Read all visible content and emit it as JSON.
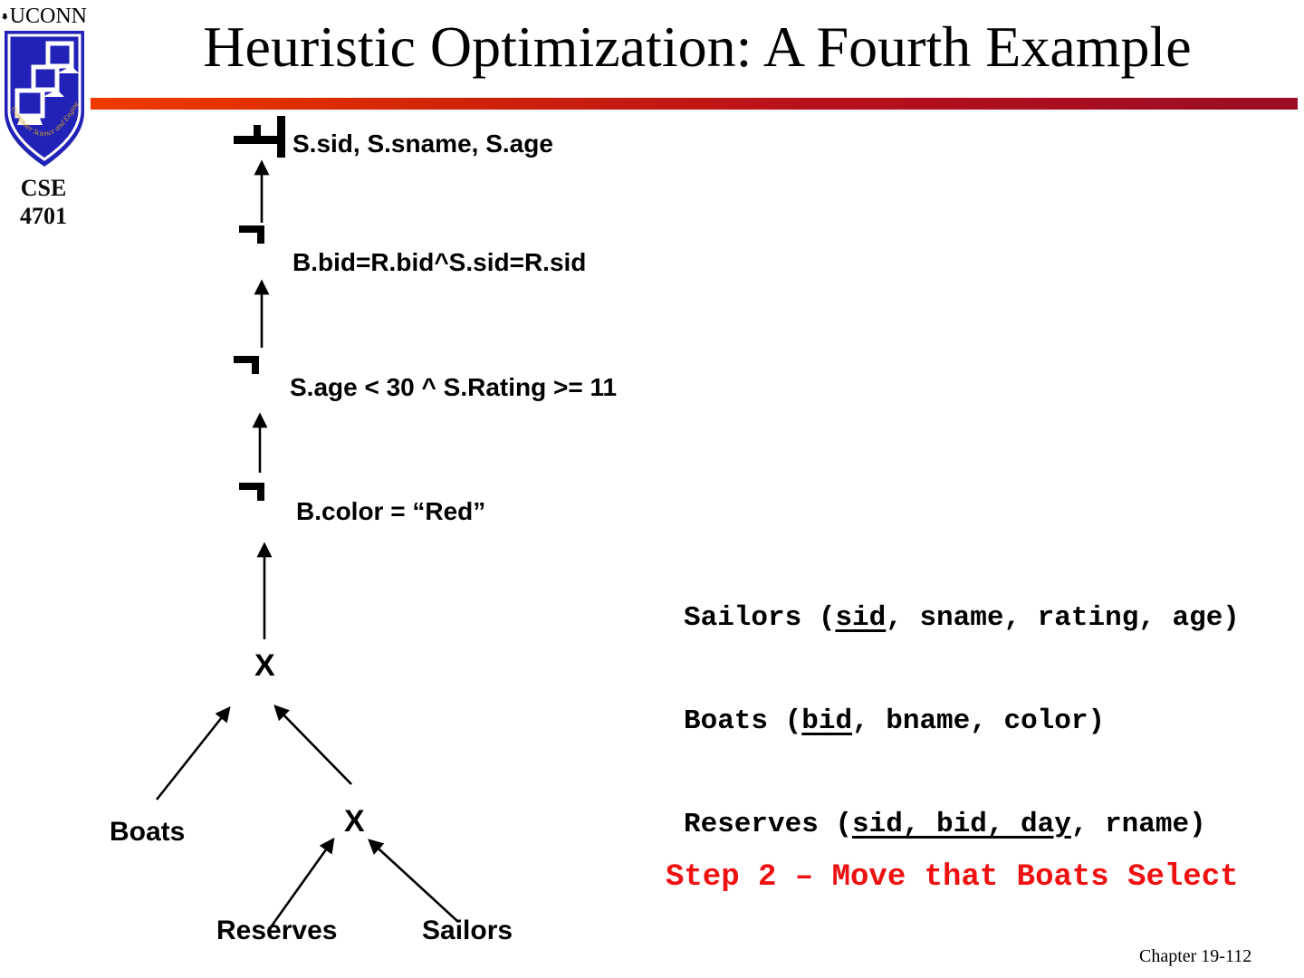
{
  "sidebar": {
    "uconn_wordmark": "UCONN",
    "shield_caption": "Computer Science and Engineering",
    "course": {
      "line1": "CSE",
      "line2": "4701"
    }
  },
  "title": "Heuristic Optimization: A Fourth Example",
  "tree": {
    "project": {
      "symbol": "┴|",
      "symbol_meaning": "pi-projection-operator",
      "label": "S.sid, S.sname, S.age"
    },
    "selects": [
      {
        "symbol": "¬",
        "symbol_meaning": "sigma-selection-operator",
        "label": "B.bid=R.bid^S.sid=R.sid"
      },
      {
        "symbol": "¬",
        "symbol_meaning": "sigma-selection-operator",
        "label": "S.age < 30 ^ S.Rating >= 11"
      },
      {
        "symbol": "¬",
        "symbol_meaning": "sigma-selection-operator",
        "label": "B.color = “Red”"
      }
    ],
    "cross_top": "X",
    "cross_bottom": "X",
    "leaves": {
      "boats": "Boats",
      "reserves": "Reserves",
      "sailors": "Sailors"
    }
  },
  "schema": {
    "lines": [
      {
        "pre": "Sailors (",
        "underlined": "sid",
        "post": ", sname, rating, age)"
      },
      {
        "pre": "Boats (",
        "underlined": "bid",
        "post": ", bname, color)"
      },
      {
        "pre": "Reserves (",
        "underlined": "sid, bid, day",
        "post": ", rname)"
      }
    ]
  },
  "step_note": "Step 2 – Move that Boats Select",
  "footer": {
    "chapter": "Chapter 19-112"
  },
  "colors": {
    "rule_left": "#f03a00",
    "rule_right": "#9a0d24",
    "step_red": "#ee1111",
    "sidebar_blue_bottom": "#3333cb",
    "shield_blue": "#2222b8",
    "shield_caption_gold": "#b8960c"
  }
}
